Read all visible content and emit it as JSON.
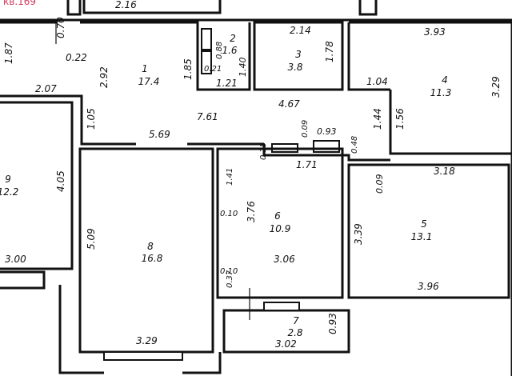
{
  "header_partial": "кв.169",
  "rooms": [
    {
      "id": "r1",
      "number": "1",
      "area": "17.4"
    },
    {
      "id": "r2",
      "number": "2",
      "area": "1.6"
    },
    {
      "id": "r3",
      "number": "3",
      "area": "3.8"
    },
    {
      "id": "r4",
      "number": "4",
      "area": "11.3"
    },
    {
      "id": "r5",
      "number": "5",
      "area": "13.1"
    },
    {
      "id": "r6",
      "number": "6",
      "area": "10.9"
    },
    {
      "id": "r7",
      "number": "7",
      "area": "2.8"
    },
    {
      "id": "r8",
      "number": "8",
      "area": "16.8"
    },
    {
      "id": "r9",
      "number": "9",
      "area": "12.2"
    }
  ],
  "dimensions": [
    "2.16",
    "0.70",
    "1.87",
    "0.22",
    "2.92",
    "1.85",
    "0.88",
    "1.40",
    "0.21",
    "1.21",
    "2.14",
    "1.78",
    "3.93",
    "1.04",
    "3.29",
    "2.07",
    "1.05",
    "7.61",
    "4.67",
    "1.44",
    "1.56",
    "5.69",
    "0.09",
    "0.93",
    "0.48",
    "4.05",
    "1.71",
    "0.25",
    "3.18",
    "1.41",
    "0.09",
    "5.09",
    "0.10",
    "3.76",
    "3.39",
    "3.00",
    "3.06",
    "0.10",
    "0.37",
    "3.96",
    "0.93",
    "3.29",
    "3.02"
  ],
  "colors": {
    "wall": "#111111",
    "paper": "#ffffff",
    "stamp": "#d23a5a"
  }
}
